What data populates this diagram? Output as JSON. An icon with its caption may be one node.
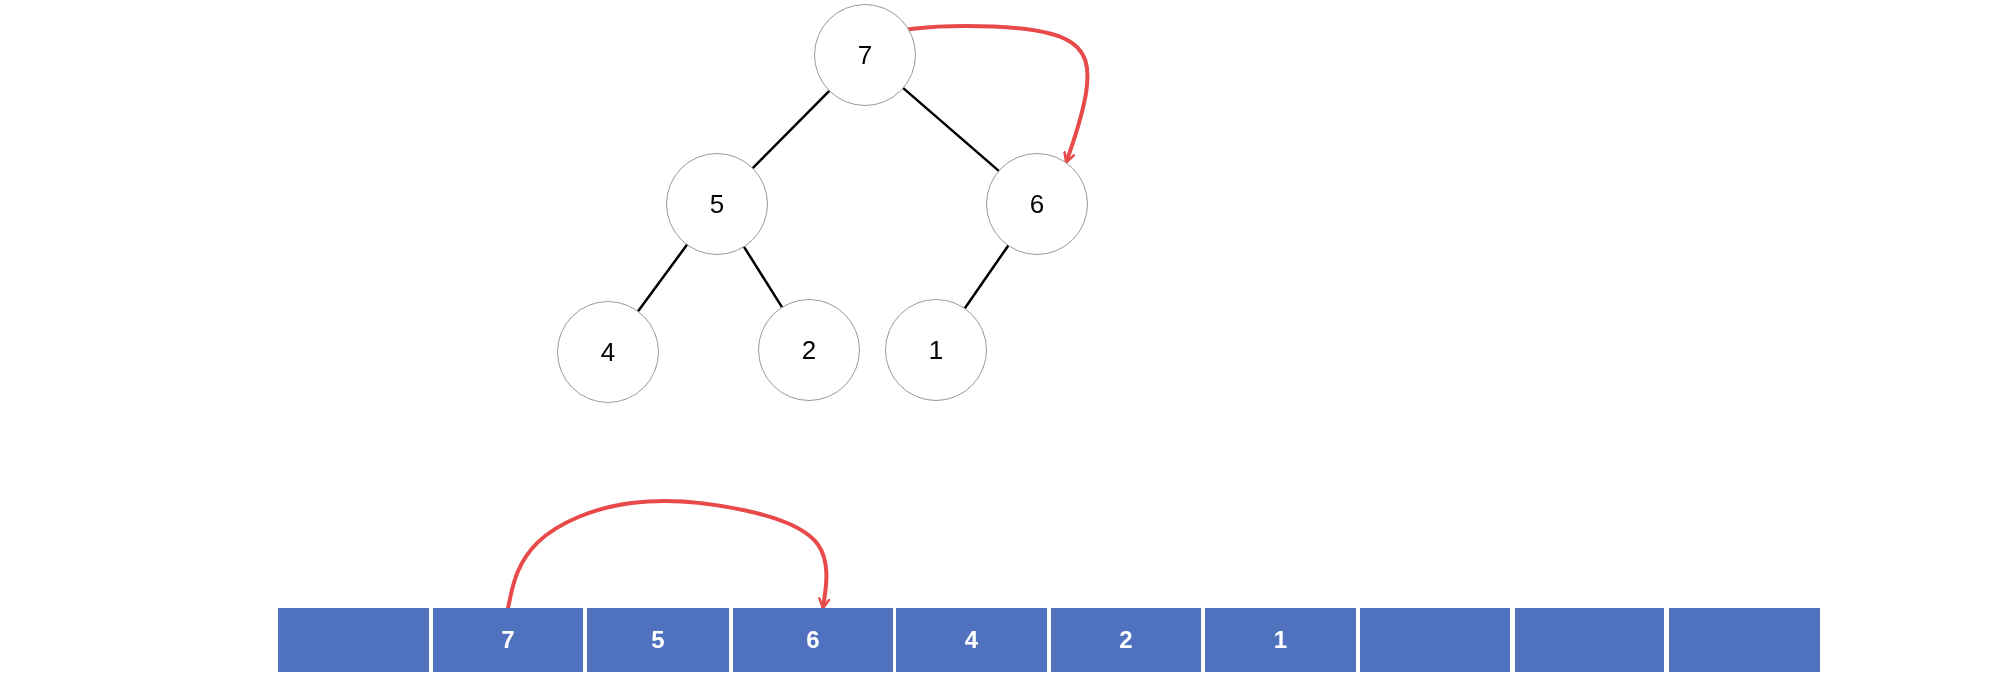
{
  "diagram": {
    "nodes": [
      {
        "text": [
          "7"
        ]
      },
      {
        "text": [
          "5"
        ]
      },
      {
        "text": [
          "6"
        ]
      },
      {
        "text": [
          "4"
        ]
      },
      {
        "text": [
          "2"
        ]
      },
      {
        "text": [
          "1"
        ]
      },
      {
        "text": [],
        "shape": "box"
      },
      {
        "text": [
          "7"
        ]
      },
      {
        "text": [
          "5"
        ]
      },
      {
        "text": [
          "6"
        ]
      },
      {
        "text": [
          "4"
        ]
      },
      {
        "text": [
          "2"
        ]
      },
      {
        "text": [
          "1"
        ]
      },
      {
        "text": [],
        "shape": "box"
      },
      {
        "text": [],
        "shape": "box"
      },
      {
        "text": [],
        "shape": "box"
      }
    ],
    "edges": [
      {
        "from": 0,
        "to": 1,
        "arrow": "none"
      },
      {
        "from": 0,
        "to": 2,
        "arrow": "none"
      },
      {
        "from": 1,
        "to": 3,
        "arrow": "none"
      },
      {
        "from": 1,
        "to": 4,
        "arrow": "none"
      },
      {
        "from": 2,
        "to": 5,
        "arrow": "none"
      },
      {
        "from": 0,
        "to": 2,
        "arrow": "to",
        "color": "#e84a4a"
      },
      {
        "from": 7,
        "to": 9,
        "arrow": "to",
        "color": "#e84a4a"
      }
    ]
  }
}
